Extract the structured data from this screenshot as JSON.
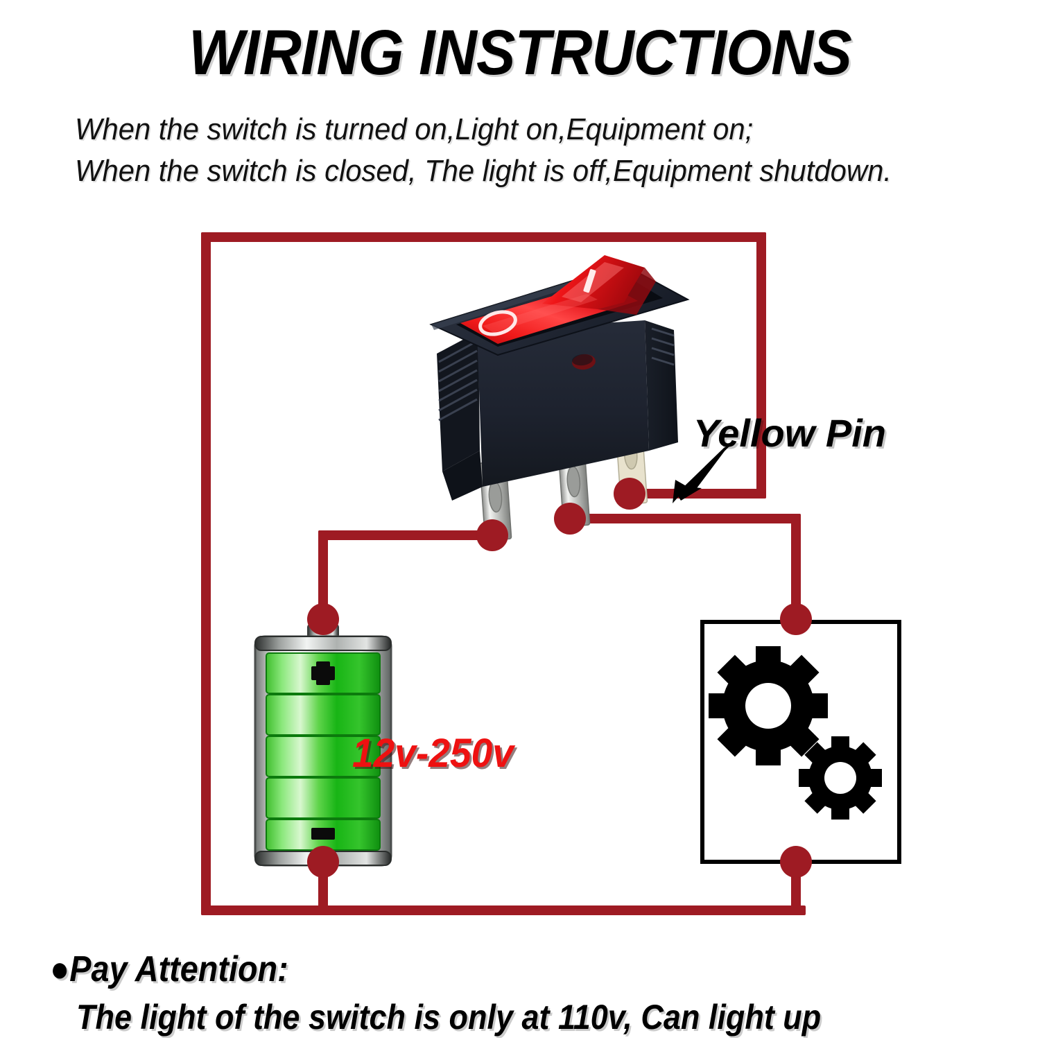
{
  "title": "WIRING INSTRUCTIONS",
  "subtitle": {
    "line1": "When the switch is turned on,Light on,Equipment on;",
    "line2": "When the switch is closed, The light is off,Equipment shutdown."
  },
  "diagram": {
    "pin_callout": "Yellow Pin",
    "voltage_label": "12v-250v",
    "battery": {
      "plus": "+",
      "minus": "–",
      "segments": 5,
      "fill_color": "#22c020"
    },
    "switch": {
      "marking_off": "O",
      "marking_on": "I",
      "body_color": "#1e2330",
      "rocker_color": "#e8121a",
      "terminal_count": 3
    },
    "equipment": {
      "icon": "gears-icon",
      "border_color": "#000000"
    },
    "wire_color": "#9e1b23",
    "junction_color": "#9e1b23"
  },
  "footer": {
    "attention": "●Pay Attention:",
    "detail": "The light of the switch is only at 110v, Can light up"
  }
}
